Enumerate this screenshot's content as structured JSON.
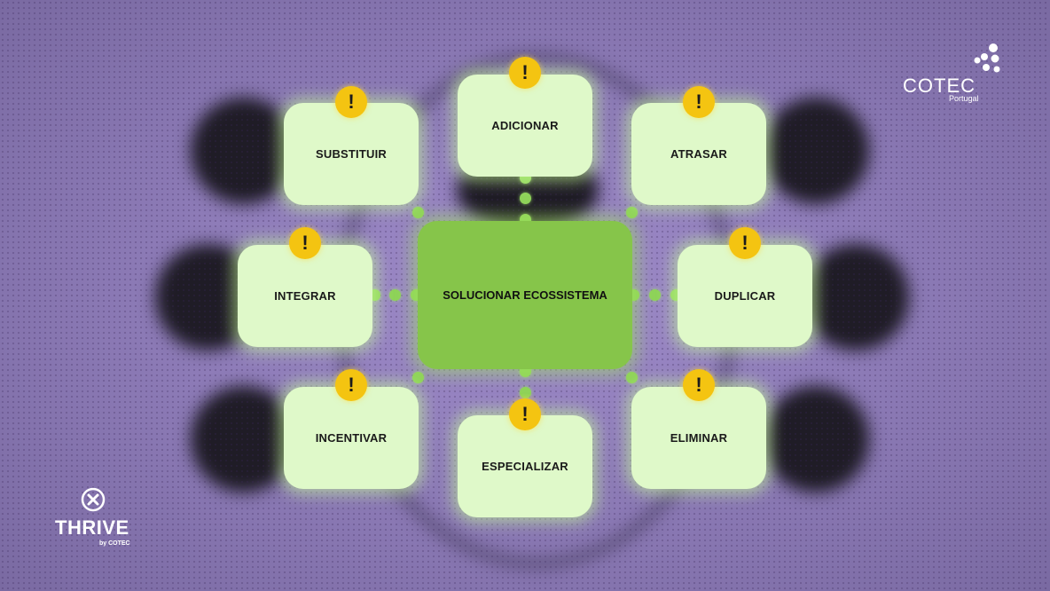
{
  "diagram": {
    "center_label": "SOLUCIONAR ECOSSISTEMA",
    "nodes": [
      {
        "id": "substituir",
        "label": "SUBSTITUIR"
      },
      {
        "id": "adicionar",
        "label": "ADICIONAR"
      },
      {
        "id": "atrasar",
        "label": "ATRASAR"
      },
      {
        "id": "integrar",
        "label": "INTEGRAR"
      },
      {
        "id": "duplicar",
        "label": "DUPLICAR"
      },
      {
        "id": "incentivar",
        "label": "INCENTIVAR"
      },
      {
        "id": "especializar",
        "label": "ESPECIALIZAR"
      },
      {
        "id": "eliminar",
        "label": "ELIMINAR"
      }
    ],
    "warning_glyph": "!",
    "colors": {
      "background": "#8e7cb8",
      "center_box": "#86c54a",
      "node_box": "#dff9c9",
      "warning": "#f4c411",
      "connector_dot": "#8fd35a"
    }
  },
  "branding": {
    "cotec": {
      "name": "COTEC",
      "sub": "Portugal",
      "icon": "cotec-dots-icon"
    },
    "thrive": {
      "name": "THRIVE",
      "sub": "by COTEC",
      "icon": "x-circle-icon"
    }
  }
}
